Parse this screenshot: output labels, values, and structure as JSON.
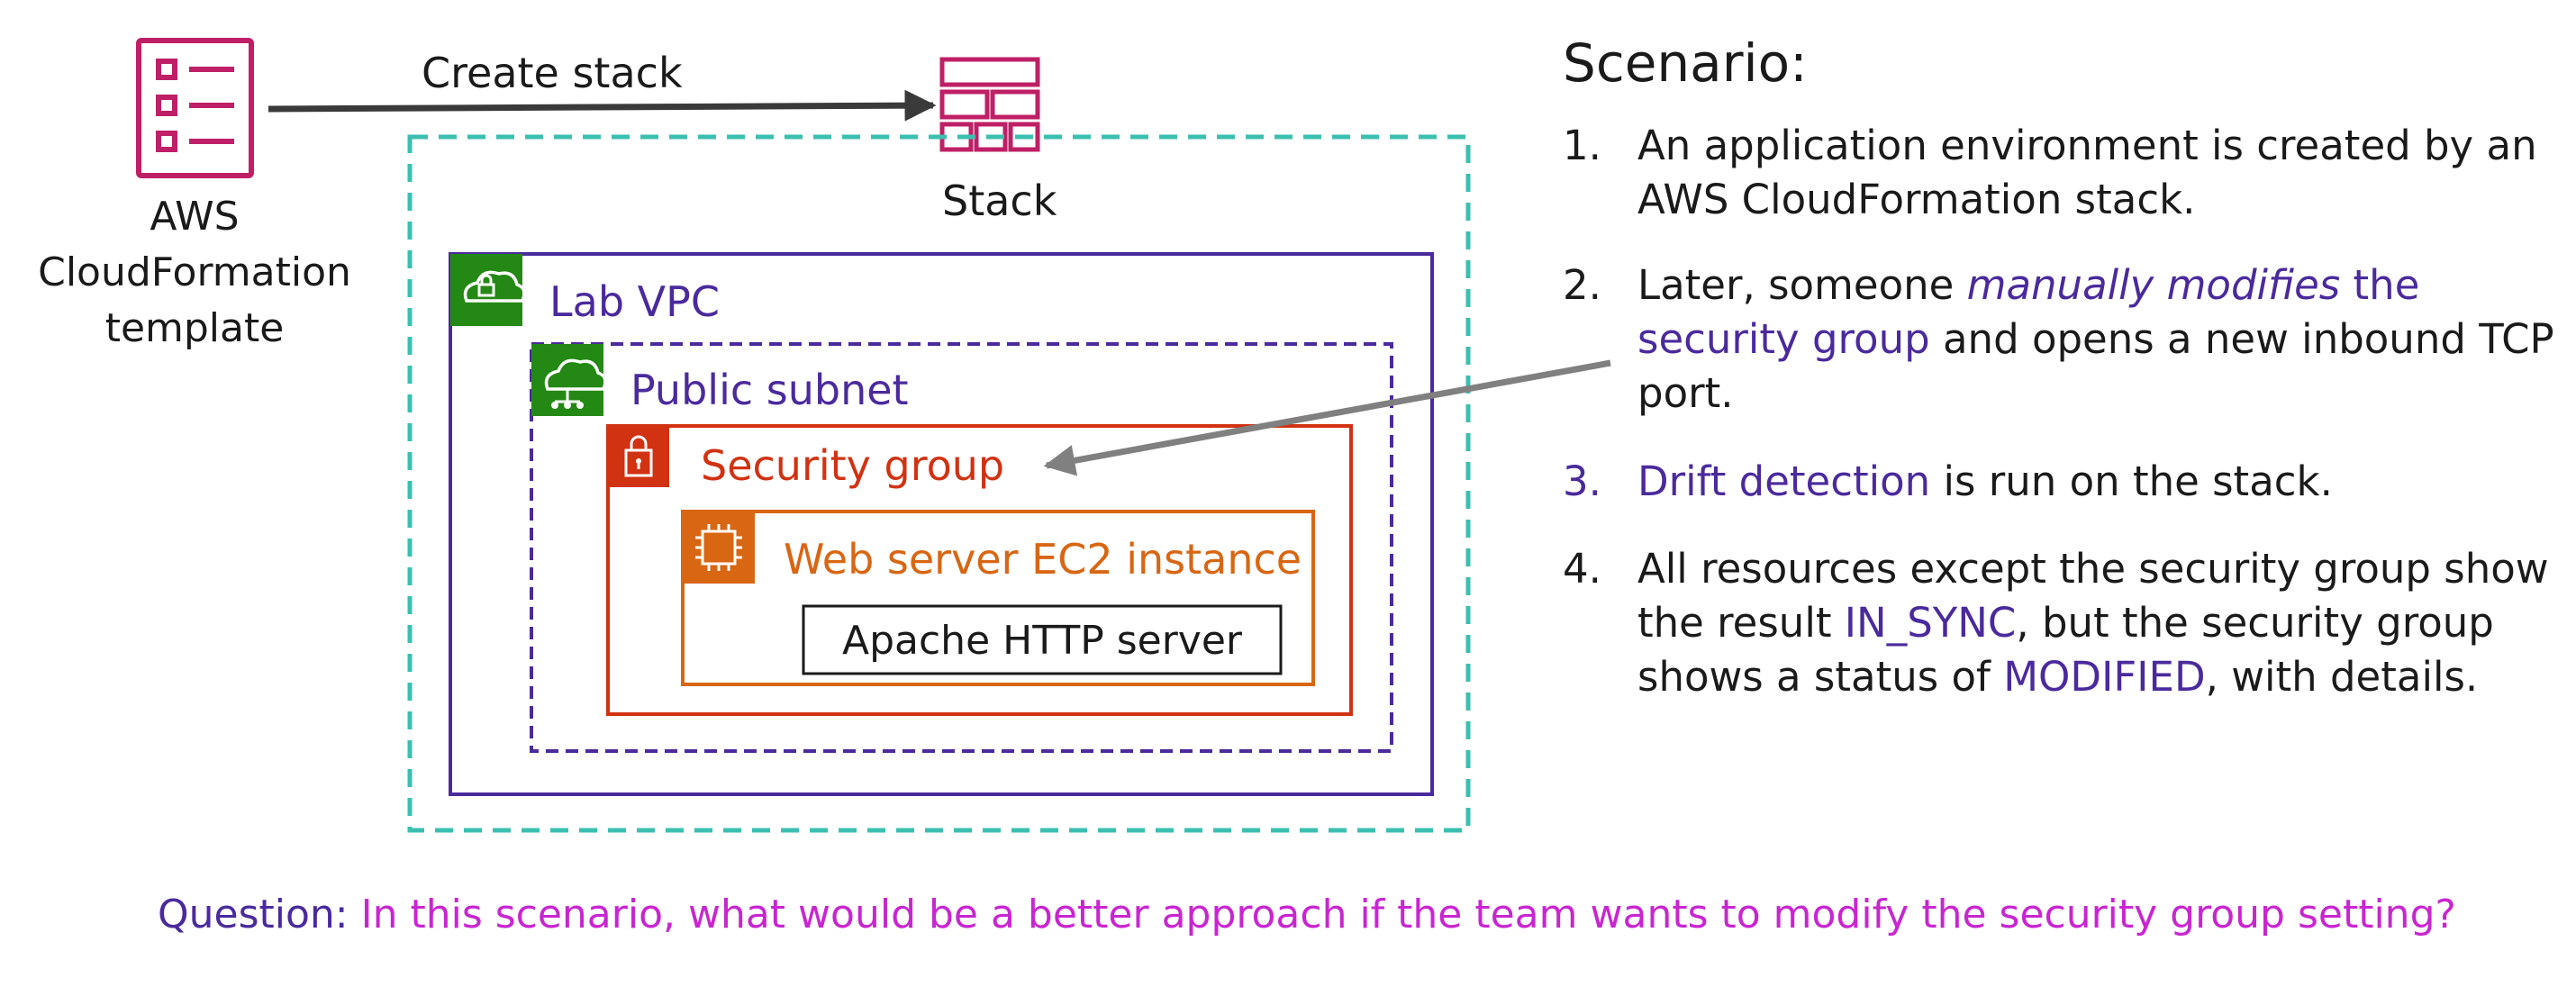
{
  "template": {
    "line1": "AWS",
    "line2": "CloudFormation",
    "line3": "template"
  },
  "create_stack_label": "Create stack",
  "stack_label": "Stack",
  "boxes": {
    "vpc": "Lab VPC",
    "subnet": "Public subnet",
    "security_group": "Security group",
    "ec2": "Web server EC2 instance",
    "apache": "Apache HTTP server"
  },
  "scenario": {
    "title": "Scenario:",
    "items": [
      {
        "number": "1.",
        "text": "An application environment is created by an AWS CloudFormation stack."
      },
      {
        "number": "2.",
        "text_a": "Later, someone ",
        "emph_italic": "manually modifies",
        "emph_plain": " the security group",
        "text_b": " and opens a new inbound TCP port."
      },
      {
        "number": "3.",
        "emph": "Drift detection",
        "text": " is run on the stack."
      },
      {
        "number": "4.",
        "text_a": "All resources except the security group show the result ",
        "emph_a": "IN_SYNC",
        "text_b": ", but the security group shows a status of ",
        "emph_b": "MODIFIED",
        "text_c": ", with details."
      }
    ]
  },
  "question": {
    "label": "Question",
    "colon": ": ",
    "text": "In this scenario, what would be a better approach if the team wants to modify the security group setting?"
  },
  "colors": {
    "template_icon": "#bf1f66",
    "stack_icon": "#bf1f66",
    "cloudformation_boundary": "#3bbfb0",
    "vpc": "#4a2a9c",
    "vpc_icon_bg": "#248814",
    "subnet": "#4a2a9c",
    "security_group": "#d13212",
    "ec2": "#d86613",
    "emphasis": "#4a2a9c",
    "question_label": "#4a2a9c",
    "question_text": "#c925d1",
    "arrow": "#808080"
  }
}
